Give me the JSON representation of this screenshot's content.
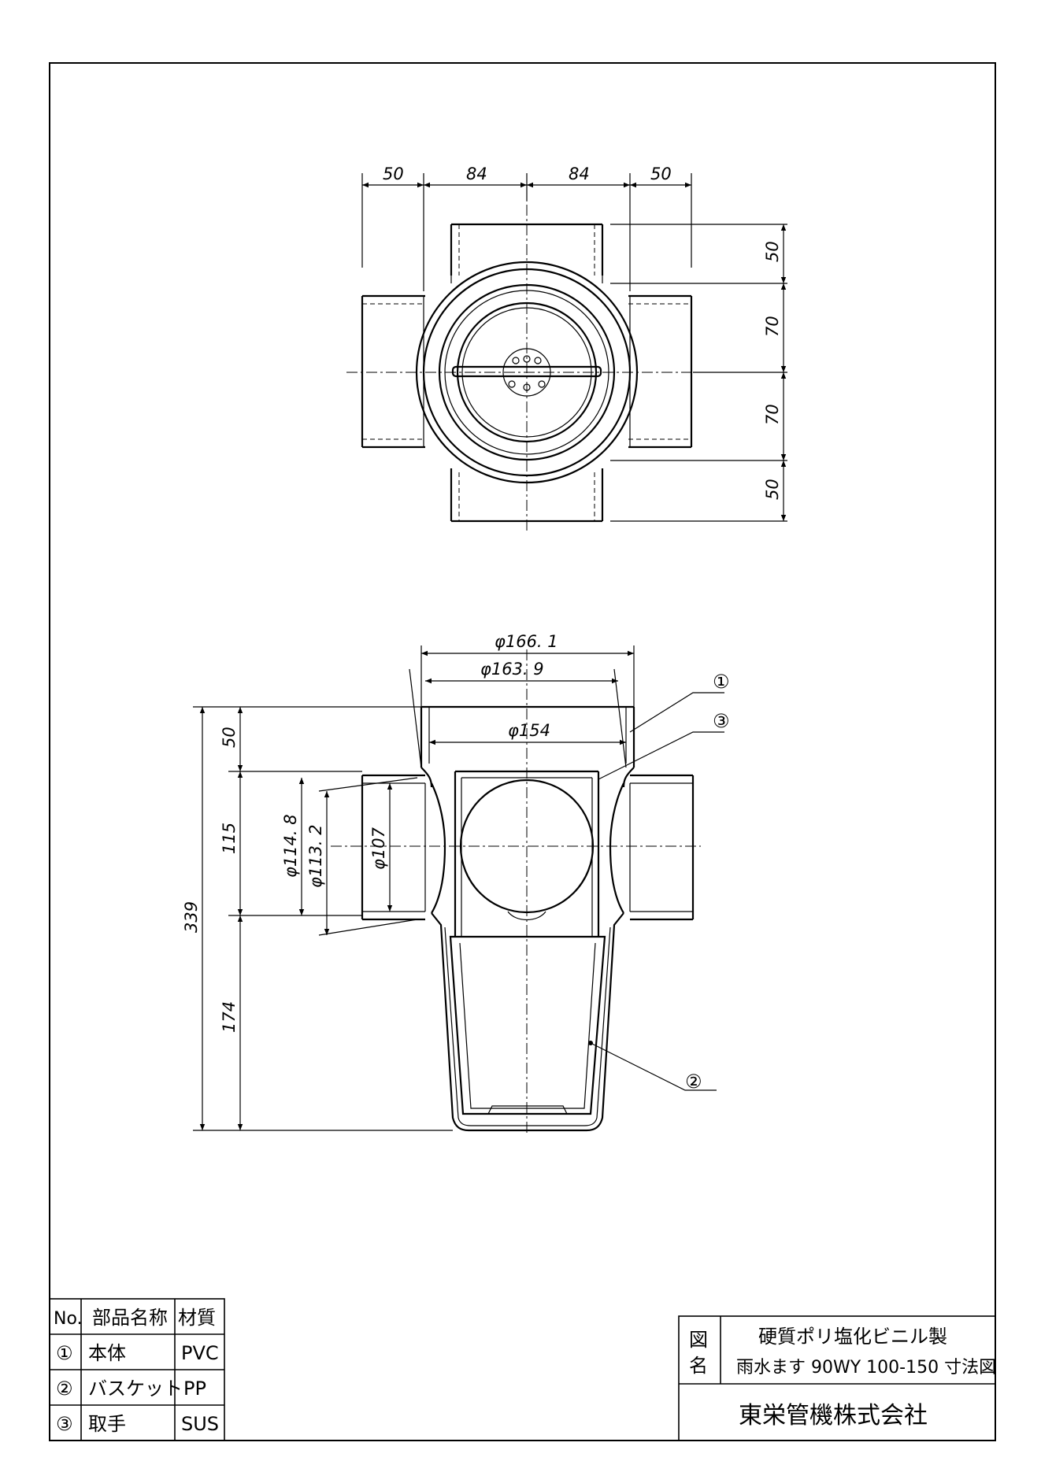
{
  "top_view_dims": {
    "d1": "50",
    "d2": "84",
    "d3": "84",
    "d4": "50",
    "r1": "50",
    "r2": "70",
    "r3": "70",
    "r4": "50"
  },
  "side_view_dims": {
    "phi_outer": "φ166. 1",
    "phi_mid": "φ163. 9",
    "phi_inner": "φ154",
    "h_total": "339",
    "h_top": "50",
    "h_mid": "115",
    "h_bot": "174",
    "phi_1148": "φ114. 8",
    "phi_1132": "φ113. 2",
    "phi_107": "φ107"
  },
  "callouts": [
    "①",
    "③",
    "②"
  ],
  "parts_table": {
    "headers": [
      "No.",
      "部品名称",
      "材質"
    ],
    "rows": [
      [
        "①",
        "本体",
        "PVC"
      ],
      [
        "②",
        "バスケット",
        "PP"
      ],
      [
        "③",
        "取手",
        "SUS"
      ]
    ]
  },
  "title_block": {
    "label": [
      "図",
      "名"
    ],
    "line1": "硬質ポリ塩化ビニル製",
    "line2": "雨水ます 90WY 100-150 寸法図",
    "company": "東栄管機株式会社"
  }
}
